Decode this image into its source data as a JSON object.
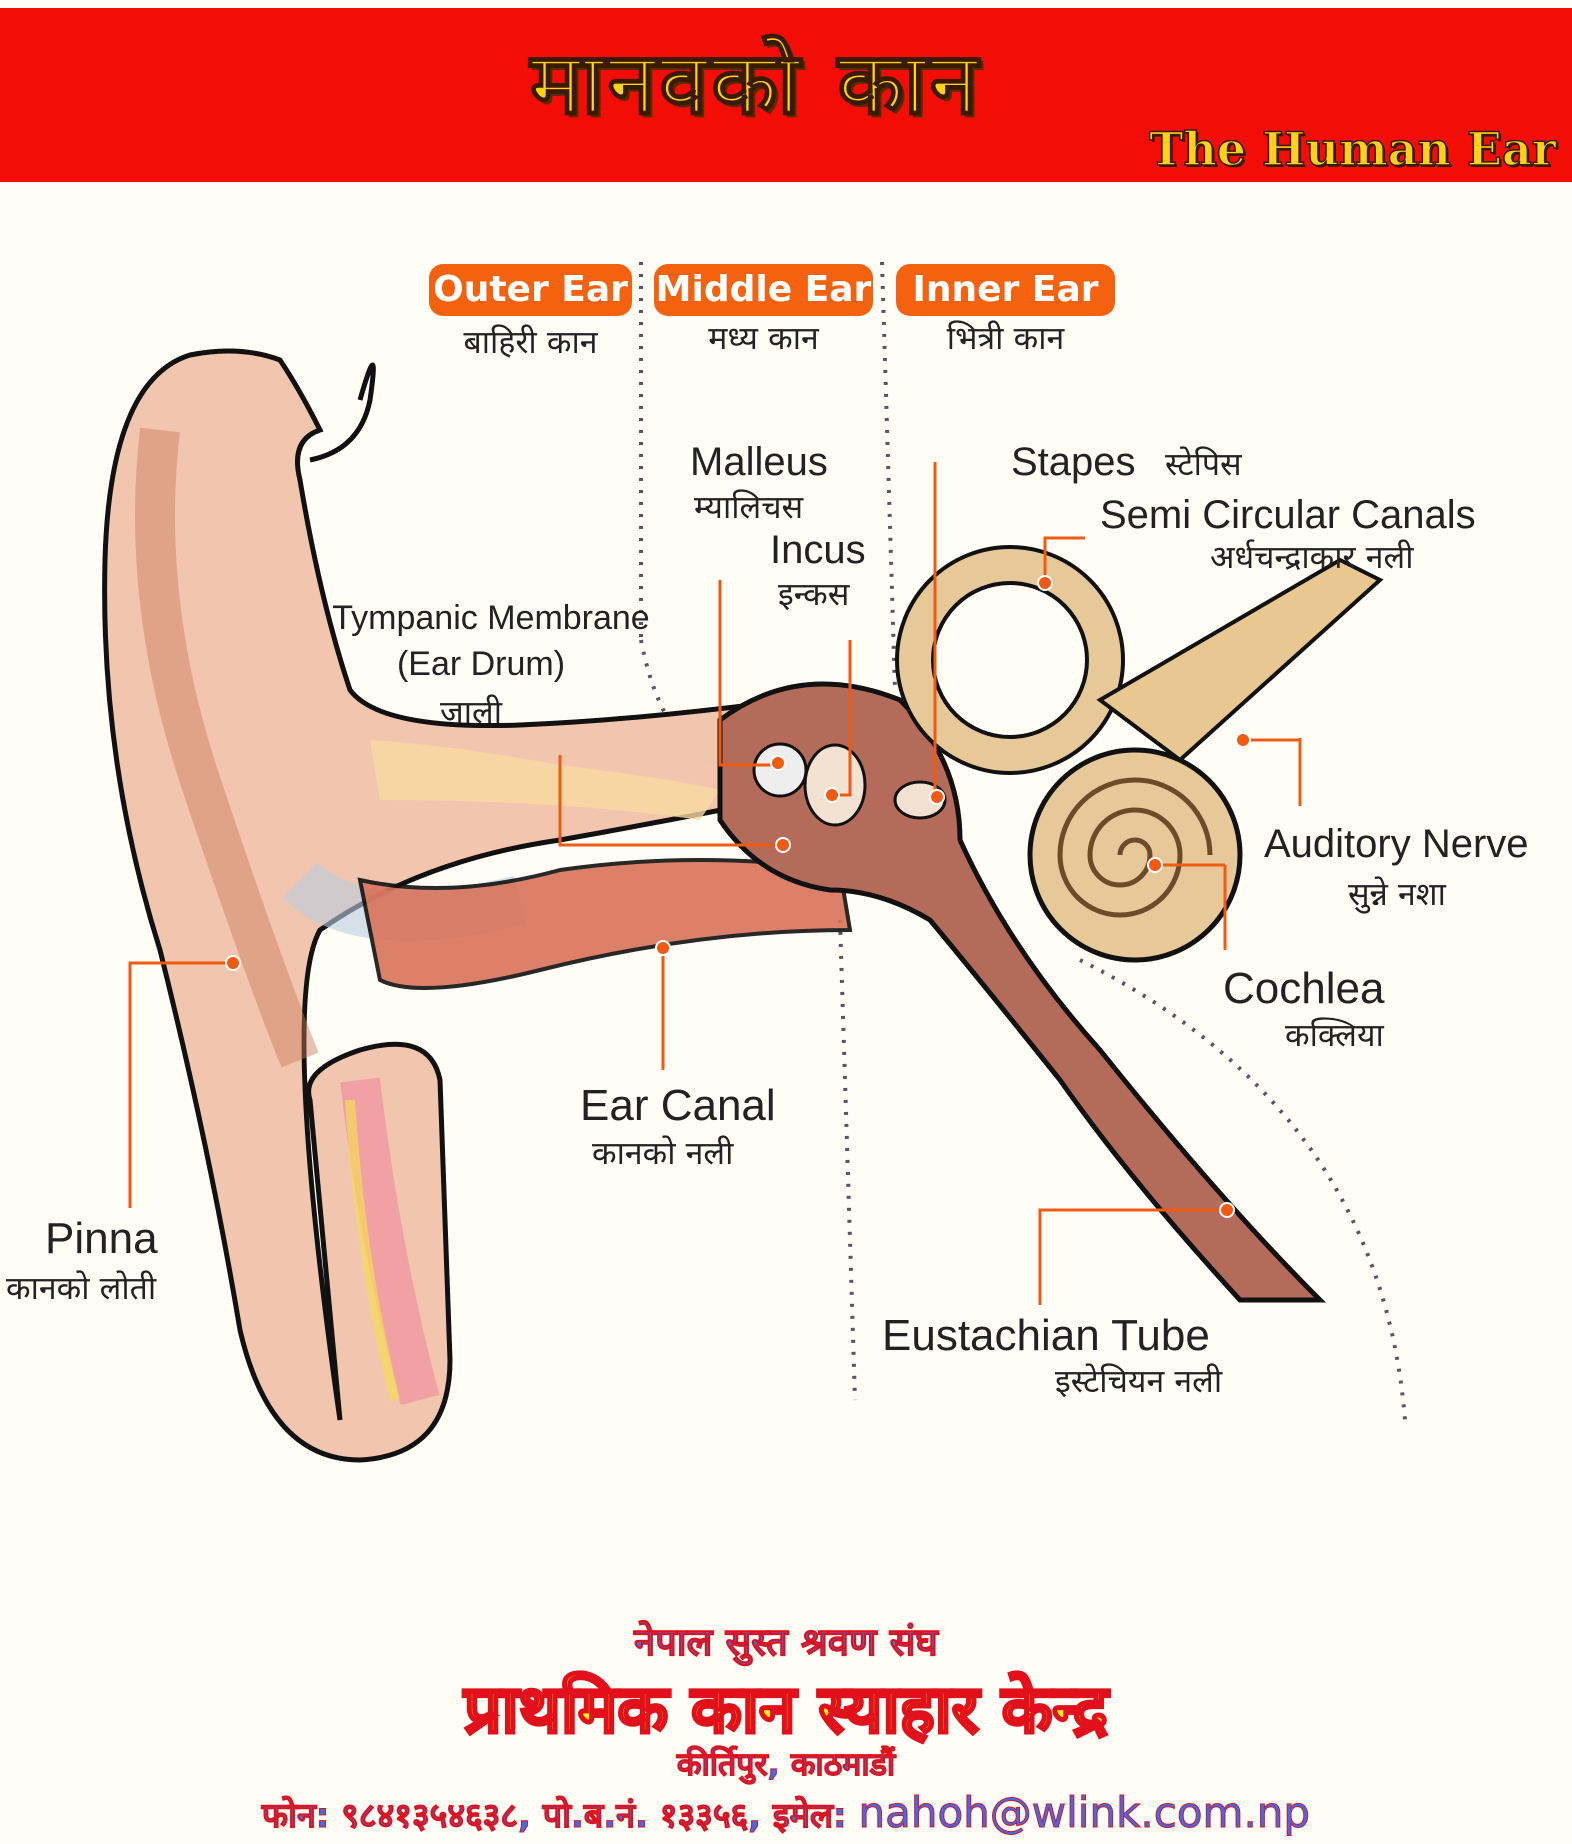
{
  "header": {
    "title_nepali": "मानवको कान",
    "title_english": "The Human Ear"
  },
  "sections": [
    {
      "label": "Outer Ear",
      "nepali": "बाहिरी कान"
    },
    {
      "label": "Middle Ear",
      "nepali": "मध्य कान"
    },
    {
      "label": "Inner Ear",
      "nepali": "भित्री कान"
    }
  ],
  "parts": {
    "malleus": {
      "label": "Malleus",
      "nepali": "म्यालिचस"
    },
    "incus": {
      "label": "Incus",
      "nepali": "इन्कस"
    },
    "tympanic": {
      "label": "Tympanic Membrane",
      "label2": "(Ear Drum)",
      "nepali": "जाली"
    },
    "stapes": {
      "label": "Stapes",
      "nepali": "स्टेपिस"
    },
    "semicircular": {
      "label": "Semi Circular Canals",
      "nepali": "अर्धचन्द्राकार नली"
    },
    "auditory": {
      "label": "Auditory Nerve",
      "nepali": "सुन्ने नशा"
    },
    "cochlea": {
      "label": "Cochlea",
      "nepali": "कक्लिया"
    },
    "earcanal": {
      "label": "Ear Canal",
      "nepali": "कानको नली"
    },
    "pinna": {
      "label": "Pinna",
      "nepali": "कानको लोती"
    },
    "eustachian": {
      "label": "Eustachian Tube",
      "nepali": "इस्टेचियन नली"
    }
  },
  "footer": {
    "org": "नेपाल सुस्त श्रवण संघ",
    "center": "प्राथमिक कान स्याहार केन्द्र",
    "location": "कीर्तिपुर, काठमाडौं",
    "contact": "फोन: ९८४१३५४६३८, पो.ब.नं. १३३५६, इमेल:",
    "email": "nahoh@wlink.com.np"
  },
  "colors": {
    "banner": "#f40c06",
    "accent": "#f5620f",
    "title": "#ffd21a",
    "footer_blue": "#3a6ef0"
  }
}
